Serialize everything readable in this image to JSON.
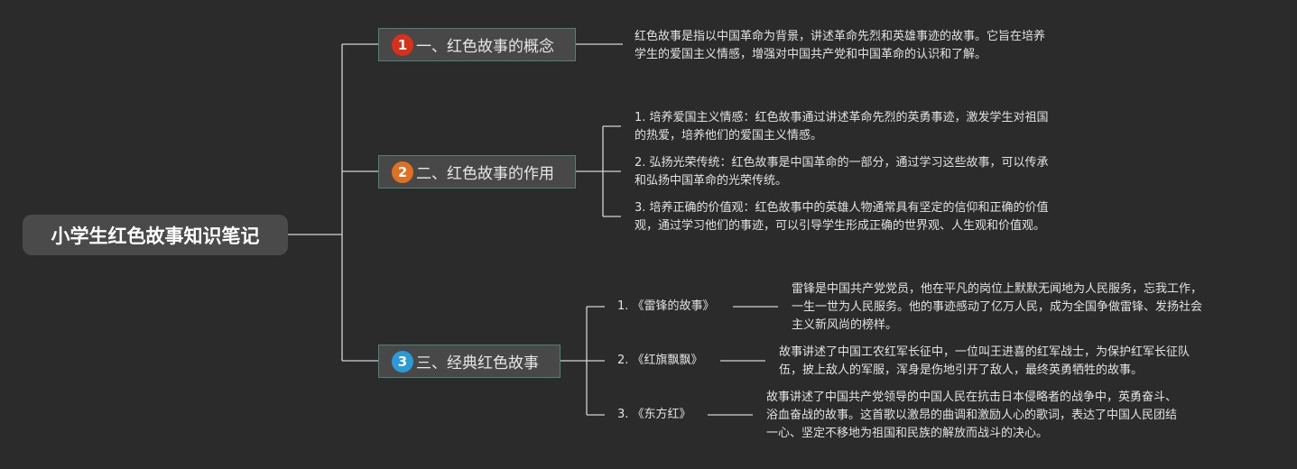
{
  "root": {
    "title": "小学生红色故事知识笔记"
  },
  "branches": [
    {
      "badge": "1",
      "badge_color": "#d9301a",
      "label": "一、红色故事的概念",
      "details": [
        {
          "lines": [
            "红色故事是指以中国革命为背景，讲述革命先烈和英雄事迹的故事。它旨在培养",
            "学生的爱国主义情感，增强对中国共产党和中国革命的认识和了解。"
          ]
        }
      ]
    },
    {
      "badge": "2",
      "badge_color": "#e07020",
      "label": "二、红色故事的作用",
      "details": [
        {
          "lines": [
            "1. 培养爱国主义情感：红色故事通过讲述革命先烈的英勇事迹，激发学生对祖国",
            "的热爱，培养他们的爱国主义情感。"
          ]
        },
        {
          "lines": [
            "2. 弘扬光荣传统：红色故事是中国革命的一部分，通过学习这些故事，可以传承",
            "和弘扬中国革命的光荣传统。"
          ]
        },
        {
          "lines": [
            "3. 培养正确的价值观：红色故事中的英雄人物通常具有坚定的信仰和正确的价值",
            "观，通过学习他们的事迹，可以引导学生形成正确的世界观、人生观和价值观。"
          ]
        }
      ]
    },
    {
      "badge": "3",
      "badge_color": "#2a9ad8",
      "label": "三、经典红色故事",
      "stories": [
        {
          "title": "1. 《雷锋的故事》",
          "lines": [
            "雷锋是中国共产党党员，他在平凡的岗位上默默无闻地为人民服务，忘我工作，",
            "一生一世为人民服务。他的事迹感动了亿万人民，成为全国争做雷锋、发扬社会",
            "主义新风尚的榜样。"
          ]
        },
        {
          "title": "2. 《红旗飘飘》",
          "lines": [
            "故事讲述了中国工农红军长征中，一位叫王进喜的红军战士，为保护红军长征队",
            "伍，披上敌人的军服，浑身是伤地引开了敌人，最终英勇牺牲的故事。"
          ]
        },
        {
          "title": "3. 《东方红》",
          "lines": [
            "故事讲述了中国共产党领导的中国人民在抗击日本侵略者的战争中，英勇奋斗、",
            "浴血奋战的故事。这首歌以激昂的曲调和激励人心的歌词，表达了中国人民团结",
            "一心、坚定不移地为祖国和民族的解放而战斗的决心。"
          ]
        }
      ]
    }
  ]
}
